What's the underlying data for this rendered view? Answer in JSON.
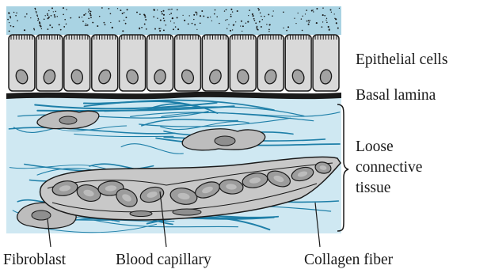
{
  "labels": {
    "epithelial": "Epithelial cells",
    "basal": "Basal lamina",
    "loose": [
      "Loose",
      "connective",
      "tissue"
    ],
    "fibroblast": "Fibroblast",
    "capillary": "Blood capillary",
    "collagen": "Collagen fiber"
  },
  "colors": {
    "lumen": "#a9d3e3",
    "tissue": "#cfe8f2",
    "cell_fill": "#d9d9d9",
    "nucleus_fill": "#a3a3a3",
    "stroke": "#1a1a1a",
    "collagen": "#1e7fa8",
    "capillary_fill": "#c8c8c8",
    "rbc_fill": "#9c9c9c"
  },
  "epithelium": {
    "cell_count": 12
  }
}
